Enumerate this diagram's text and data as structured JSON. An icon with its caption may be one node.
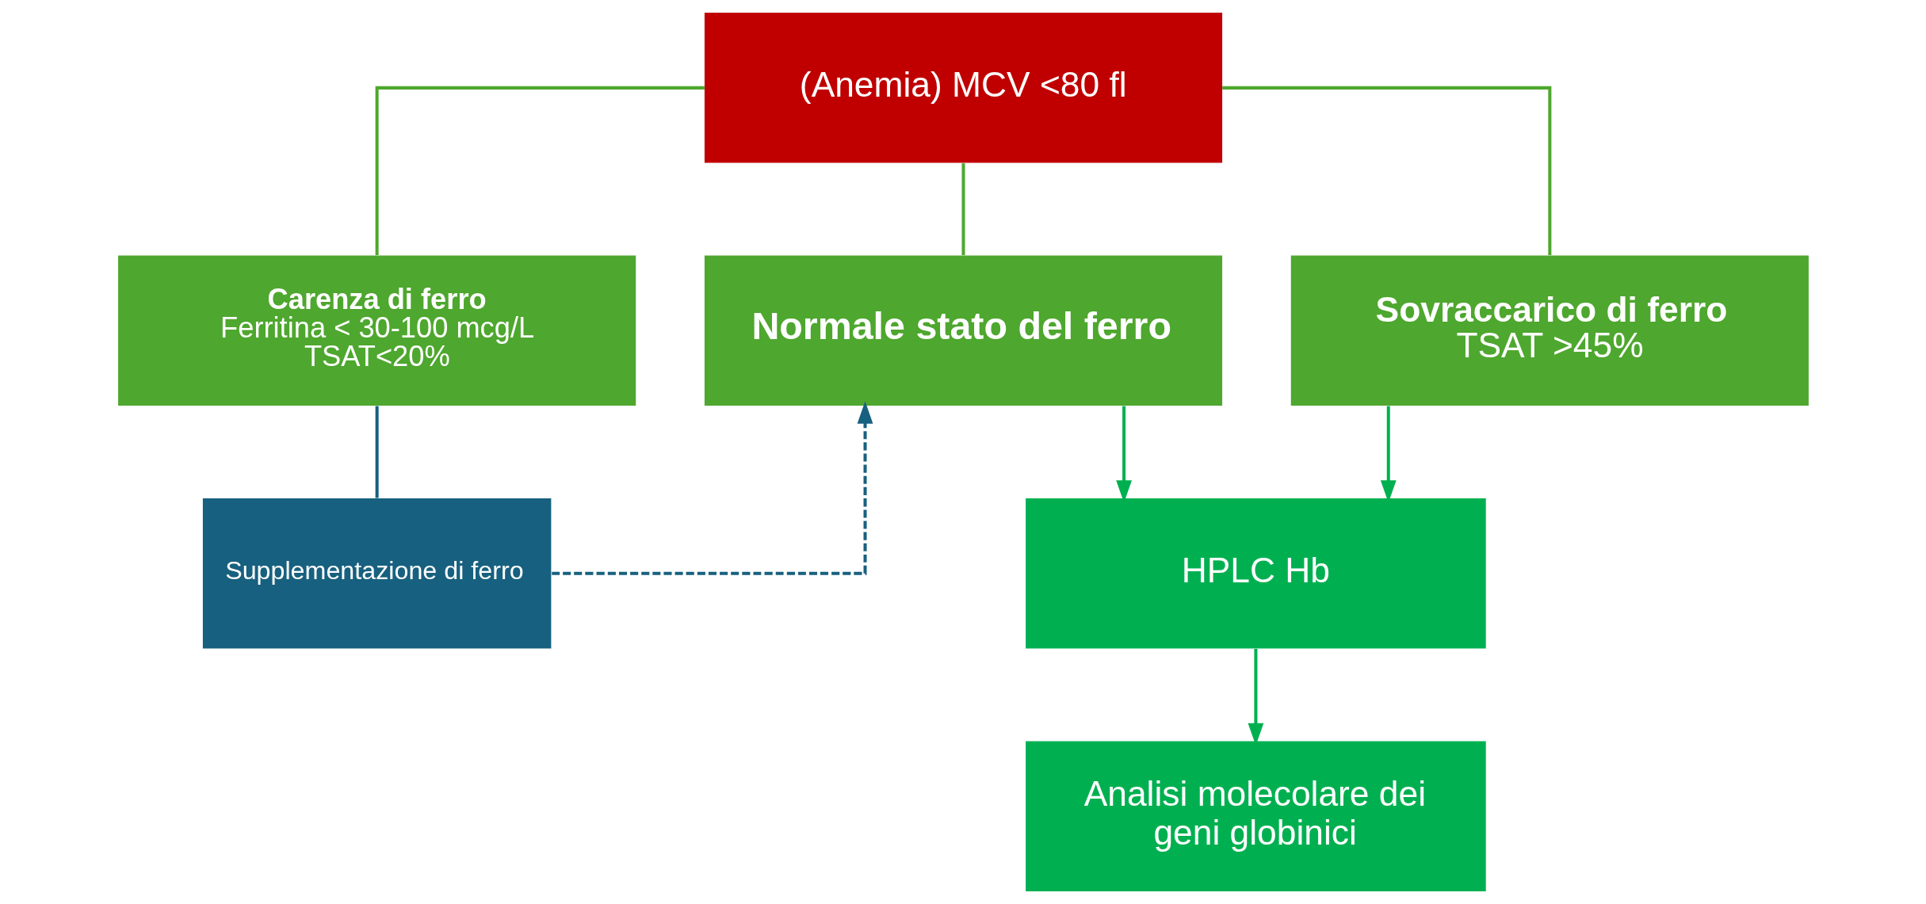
{
  "diagram": {
    "nodes": [
      {
        "text": [
          "(Anemia) MCV <80 fl"
        ]
      },
      {
        "text": [
          "Carenza di ferro",
          "Ferritina < 30-100 mcg/L TSAT<20%"
        ]
      },
      {
        "text": [
          "Normale stato del ferro"
        ]
      },
      {
        "text": [
          "Sovraccarico di ferro",
          "TSAT >45%"
        ]
      },
      {
        "text": [
          "Supplementazione di ferro"
        ]
      },
      {
        "text": [
          "HPLC Hb"
        ]
      },
      {
        "text": [
          "Analisi molecolare dei geni globinici"
        ]
      }
    ],
    "edges": [
      {
        "from": 0,
        "to": 1,
        "arrow": "none",
        "color": "#4ea72e"
      },
      {
        "from": 0,
        "to": 2,
        "arrow": "none",
        "color": "#4ea72e"
      },
      {
        "from": 0,
        "to": 3,
        "arrow": "none",
        "color": "#4ea72e"
      },
      {
        "from": 1,
        "to": 4,
        "arrow": "none",
        "color": "#17607f"
      },
      {
        "from": 4,
        "to": 2,
        "arrow": "to",
        "style": "dashed",
        "color": "#17607f"
      },
      {
        "from": 2,
        "to": 5,
        "arrow": "to",
        "color": "#00b050"
      },
      {
        "from": 3,
        "to": 5,
        "arrow": "to",
        "color": "#00b050"
      },
      {
        "from": 5,
        "to": 6,
        "arrow": "to",
        "color": "#00b050"
      }
    ]
  }
}
